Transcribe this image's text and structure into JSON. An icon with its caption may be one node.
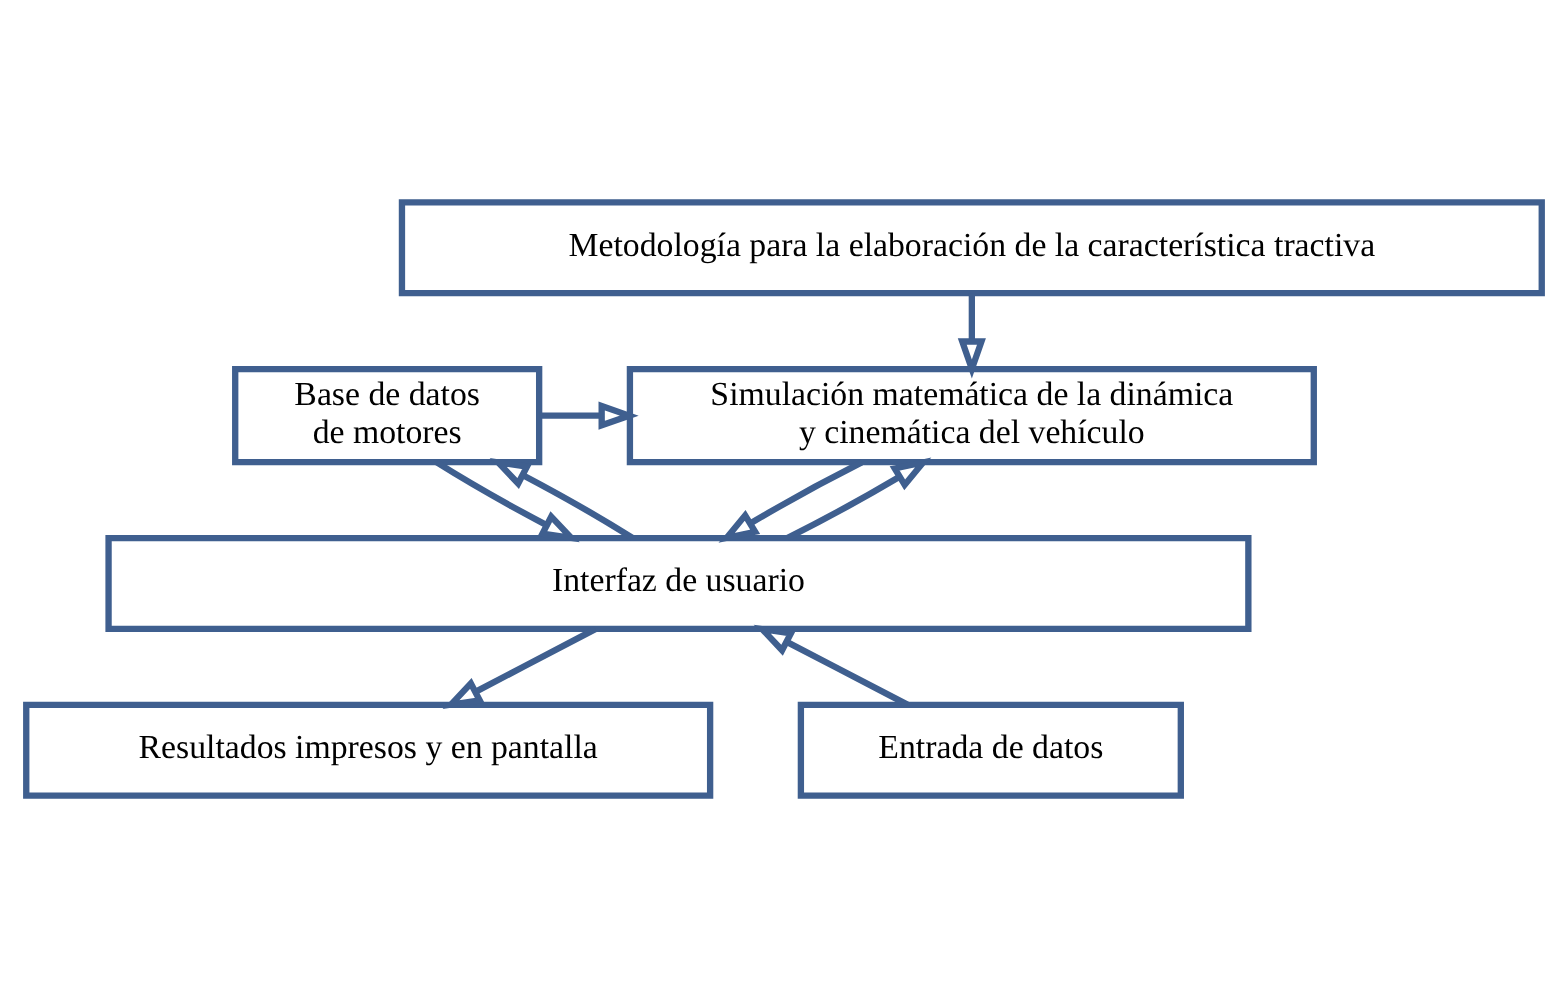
{
  "diagram": {
    "nodes": [
      {
        "text": [
          "Metodología para la elaboración de la característica tractiva"
        ]
      },
      {
        "text": [
          "Base de datos de motores"
        ]
      },
      {
        "text": [
          "Simulación matemática de la dinámica y cinemática del vehículo"
        ]
      },
      {
        "text": [
          "Interfaz de usuario"
        ]
      },
      {
        "text": [
          "Entrada de datos"
        ]
      },
      {
        "text": [
          "Resultados impresos y en pantalla"
        ]
      }
    ],
    "edges": [
      {
        "from": 0,
        "to": 2,
        "arrow": "to"
      },
      {
        "from": 1,
        "to": 2,
        "arrow": "to"
      },
      {
        "from": 3,
        "to": 1,
        "arrow": "to"
      },
      {
        "from": 1,
        "to": 3,
        "arrow": "to"
      },
      {
        "from": 3,
        "to": 2,
        "arrow": "to"
      },
      {
        "from": 2,
        "to": 3,
        "arrow": "to"
      },
      {
        "from": 4,
        "to": 3,
        "arrow": "to"
      },
      {
        "from": 3,
        "to": 5,
        "arrow": "to"
      }
    ]
  }
}
